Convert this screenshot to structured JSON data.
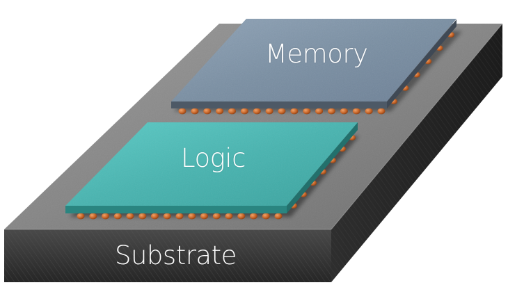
{
  "labels": {
    "memory": "Memory",
    "logic": "Logic",
    "substrate": "Substrate"
  },
  "colors": {
    "substrate_top": "#8a8a8a",
    "substrate_front": "#3a3a3a",
    "substrate_side": "#2a2a2a",
    "memory_top": "#7f93a8",
    "memory_edge": "#4d5966",
    "logic_top": "#4fbcb8",
    "logic_edge": "#2a8580",
    "bump": "#c8672a"
  },
  "icons": {
    "substrate": "substrate-block",
    "memory": "memory-die",
    "logic": "logic-die",
    "bumps": "solder-bump-array"
  }
}
